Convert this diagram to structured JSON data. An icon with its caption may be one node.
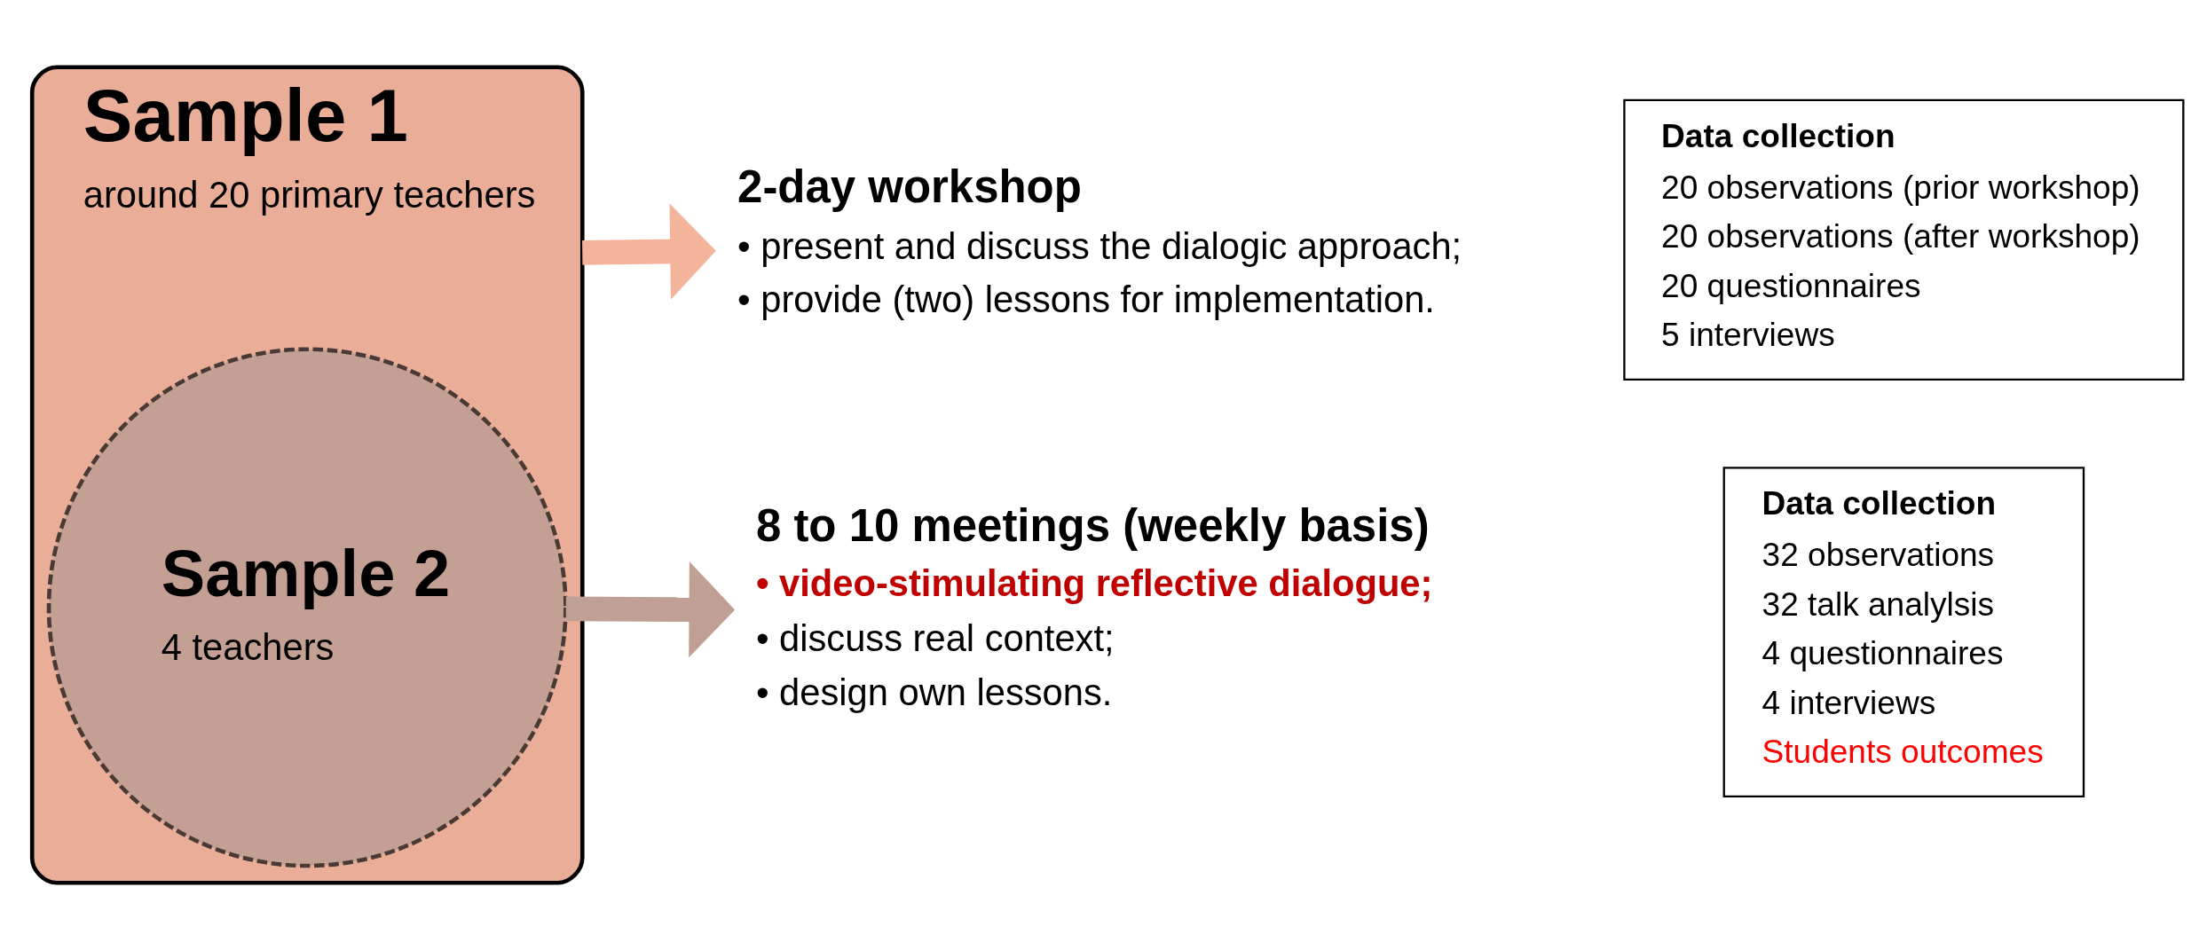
{
  "diagram": {
    "nodes": [
      {
        "text": [
          "Sample 1",
          "around 20 primary teachers"
        ]
      },
      {
        "text": [
          "Sample 2",
          "4 teachers"
        ],
        "in": 0
      },
      {
        "text": [
          "2-day workshop",
          "• present and discuss the dialogic approach;",
          "• provide (two) lessons for implementation."
        ]
      },
      {
        "text": [
          "Data collection",
          "20 observations (prior workshop)",
          "20 observations (after workshop)",
          "20 questionnaires",
          "5 interviews"
        ]
      },
      {
        "text": [
          "8 to 10 meetings (weekly basis)",
          "• video-stimulating reflective dialogue;",
          "• discuss real context;",
          "• design own lessons."
        ]
      },
      {
        "text": [
          "Data collection",
          "32 observations",
          "32 talk analylsis",
          "4 questionnaires",
          "4 interviews",
          "Students outcomes"
        ]
      }
    ],
    "edges": [
      {
        "from": 0,
        "to": 2,
        "arrow": "to",
        "color": "#f4b49c"
      },
      {
        "from": 1,
        "to": 4,
        "arrow": "to",
        "color": "#c0a094"
      }
    ]
  }
}
